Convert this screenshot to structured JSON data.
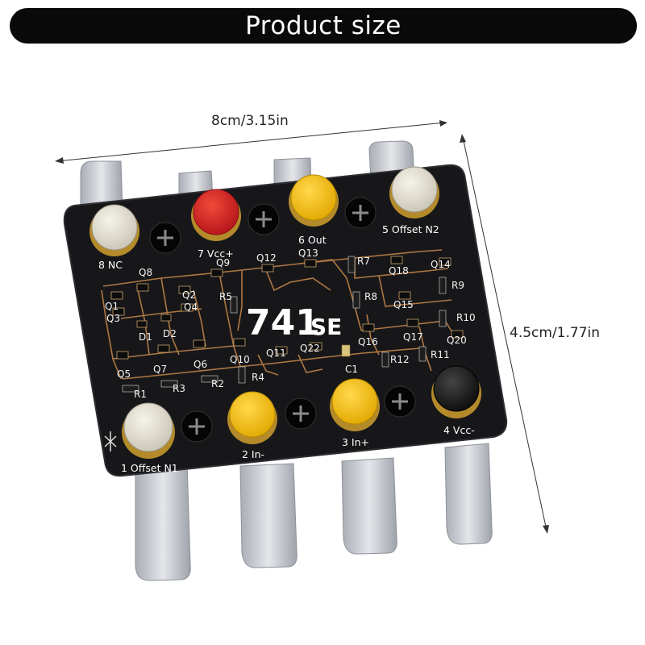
{
  "banner": {
    "title": "Product size"
  },
  "dimensions": {
    "width": "8cm/3.15in",
    "height": "4.5cm/1.77in"
  },
  "board": {
    "chip_number": "741",
    "chip_suffix": "SE",
    "pins": [
      {
        "label": "8 NC",
        "cap": "white"
      },
      {
        "label": "7 Vcc+",
        "cap": "red"
      },
      {
        "label": "6 Out",
        "cap": "yellow"
      },
      {
        "label": "5 Offset N2",
        "cap": "white"
      },
      {
        "label": "1 Offset N1",
        "cap": "white"
      },
      {
        "label": "2 In-",
        "cap": "yellow"
      },
      {
        "label": "3 In+",
        "cap": "yellow"
      },
      {
        "label": "4 Vcc-",
        "cap": "black"
      }
    ],
    "components": [
      "Q8",
      "Q9",
      "Q12",
      "Q13",
      "R7",
      "Q14",
      "Q18",
      "Q1",
      "Q2",
      "Q3",
      "Q4",
      "D1",
      "D2",
      "R5",
      "R8",
      "R9",
      "Q15",
      "R10",
      "Q5",
      "Q7",
      "Q6",
      "Q10",
      "Q11",
      "Q22",
      "Q16",
      "Q17",
      "Q20",
      "R1",
      "R3",
      "R2",
      "R4",
      "C1",
      "R12",
      "R11"
    ],
    "colors": {
      "pcb": "#17171a",
      "trace": "#c98a4b",
      "red_cap": "#d62828",
      "yellow_cap": "#f4c20d",
      "white_cap": "#e7e3d6",
      "black_cap": "#111111",
      "metal": "#c9ccd2"
    }
  }
}
